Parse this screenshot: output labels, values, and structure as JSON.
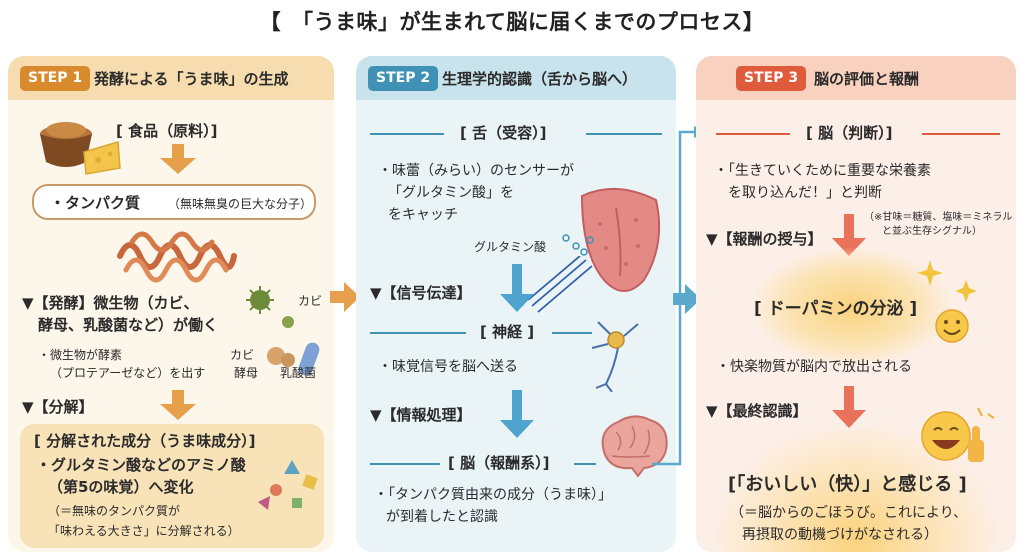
{
  "title": "【　「うま味」が生まれて脳に届くまでのプロセス】",
  "colors": {
    "step1": "#d98a2c",
    "step2": "#3f91b5",
    "step3": "#e05a3c"
  },
  "step1": {
    "badge": "STEP 1",
    "title": "発酵による「うま味」の生成",
    "food_label": "[ 食品（原料）]",
    "protein_main": "・タンパク質",
    "protein_sub": "（無味無臭の巨大な分子）",
    "ferment_line1": "▼【発酵】微生物（カビ、",
    "ferment_line2": "酵母、乳酸菌など）が働く",
    "enzyme_line1": "・微生物が酵素",
    "enzyme_line2": "（プロテアーゼなど）を出す",
    "microbe_mold1": "カビ",
    "microbe_mold2": "カビ",
    "microbe_yeast": "酵母",
    "microbe_lactic": "乳酸菌",
    "decompose": "▼【分解】",
    "result_title": "[ 分解された成分（うま味成分）]",
    "result_line1": "・グルタミン酸などのアミノ酸",
    "result_line2": "（第5の味覚）へ変化",
    "result_line3": "（＝無味のタンパク質が",
    "result_line4": "「味わえる大きさ」に分解される）"
  },
  "step2": {
    "badge": "STEP 2",
    "title": "生理学的認識（舌から脳へ）",
    "tongue_label": "[ 舌（受容）]",
    "taste_line1": "・味蕾（みらい）のセンサーが",
    "taste_line2": "「グルタミン酸」を",
    "taste_line3": "をキャッチ",
    "glutamate_label": "グルタミン酸",
    "signal": "▼【信号伝達】",
    "nerve_label": "[ 神経 ]",
    "nerve_text": "・味覚信号を脳へ送る",
    "process": "▼【情報処理】",
    "brain_label": "[ 脳（報酬系）]",
    "brain_line1": "・「タンパク質由来の成分（うま味）」",
    "brain_line2": "が到着したと認識"
  },
  "step3": {
    "badge": "STEP 3",
    "title": "脳の評価と報酬",
    "brain_label": "[ 脳（判断）]",
    "judge_line1": "・「生きていくために重要な栄養素",
    "judge_line2": "を取り込んだ！」と判断",
    "note_line1": "（※甘味＝糖質、塩味＝ミネラル",
    "note_line2": "と並ぶ生存シグナル）",
    "reward": "▼【報酬の授与】",
    "dopamine": "[ ドーパミンの分泌 ]",
    "pleasure": "・快楽物質が脳内で放出される",
    "final": "▼【最終認識】",
    "delicious": "[「おいしい（快）」と感じる ]",
    "explain_line1": "（＝脳からのごほうび。これにより、",
    "explain_line2": "再摂取の動機づけがなされる）"
  }
}
